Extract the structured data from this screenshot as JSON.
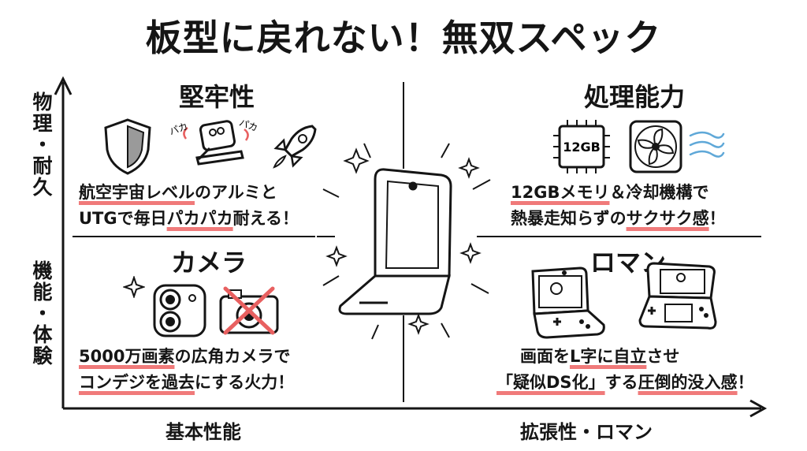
{
  "title": "板型に戻れない！無双スペック",
  "axes": {
    "y_top": "物理・耐久",
    "y_bottom": "機能・体験",
    "x_left": "基本性能",
    "x_right": "拡張性・ロマン"
  },
  "quadrants": {
    "durability": {
      "title": "堅牢性",
      "line1_hl": "航空宇宙レベル",
      "line1_rest": "のアルミと",
      "line2_pre": "UTGで毎日",
      "line2_hl": "パカパカ",
      "line2_post": "耐える！",
      "doodle_text": "パカ",
      "icons": [
        "shield-icon",
        "folding-phone-icon",
        "rocket-icon"
      ]
    },
    "performance": {
      "title": "処理能力",
      "chip_label": "12GB",
      "line1_hl": "12GBメモリ",
      "line1_rest": "＆冷却機構で",
      "line2_pre": "熱暴走知らずの",
      "line2_hl": "サクサク感",
      "line2_post": "！",
      "icons": [
        "memory-chip-icon",
        "cooling-fan-icon",
        "airflow-icon"
      ]
    },
    "camera": {
      "title": "カメラ",
      "line1_hl": "5000万画素",
      "line1_rest": "の広角カメラで",
      "line2_hl": "コンデジを過去",
      "line2_post": "にする火力！",
      "icons": [
        "phone-camera-icon",
        "compact-camera-crossed-icon"
      ]
    },
    "roman": {
      "title": "ロマン",
      "line1_pre": "画面を",
      "line1_hl": "L字に自立",
      "line1_post": "させ",
      "line2_hl": "「疑似DS化」",
      "line2_mid": "する",
      "line2_hl2": "圧倒的没入感",
      "line2_post": "！",
      "icons": [
        "flip-phone-game-icon",
        "handheld-console-icon"
      ]
    }
  }
}
